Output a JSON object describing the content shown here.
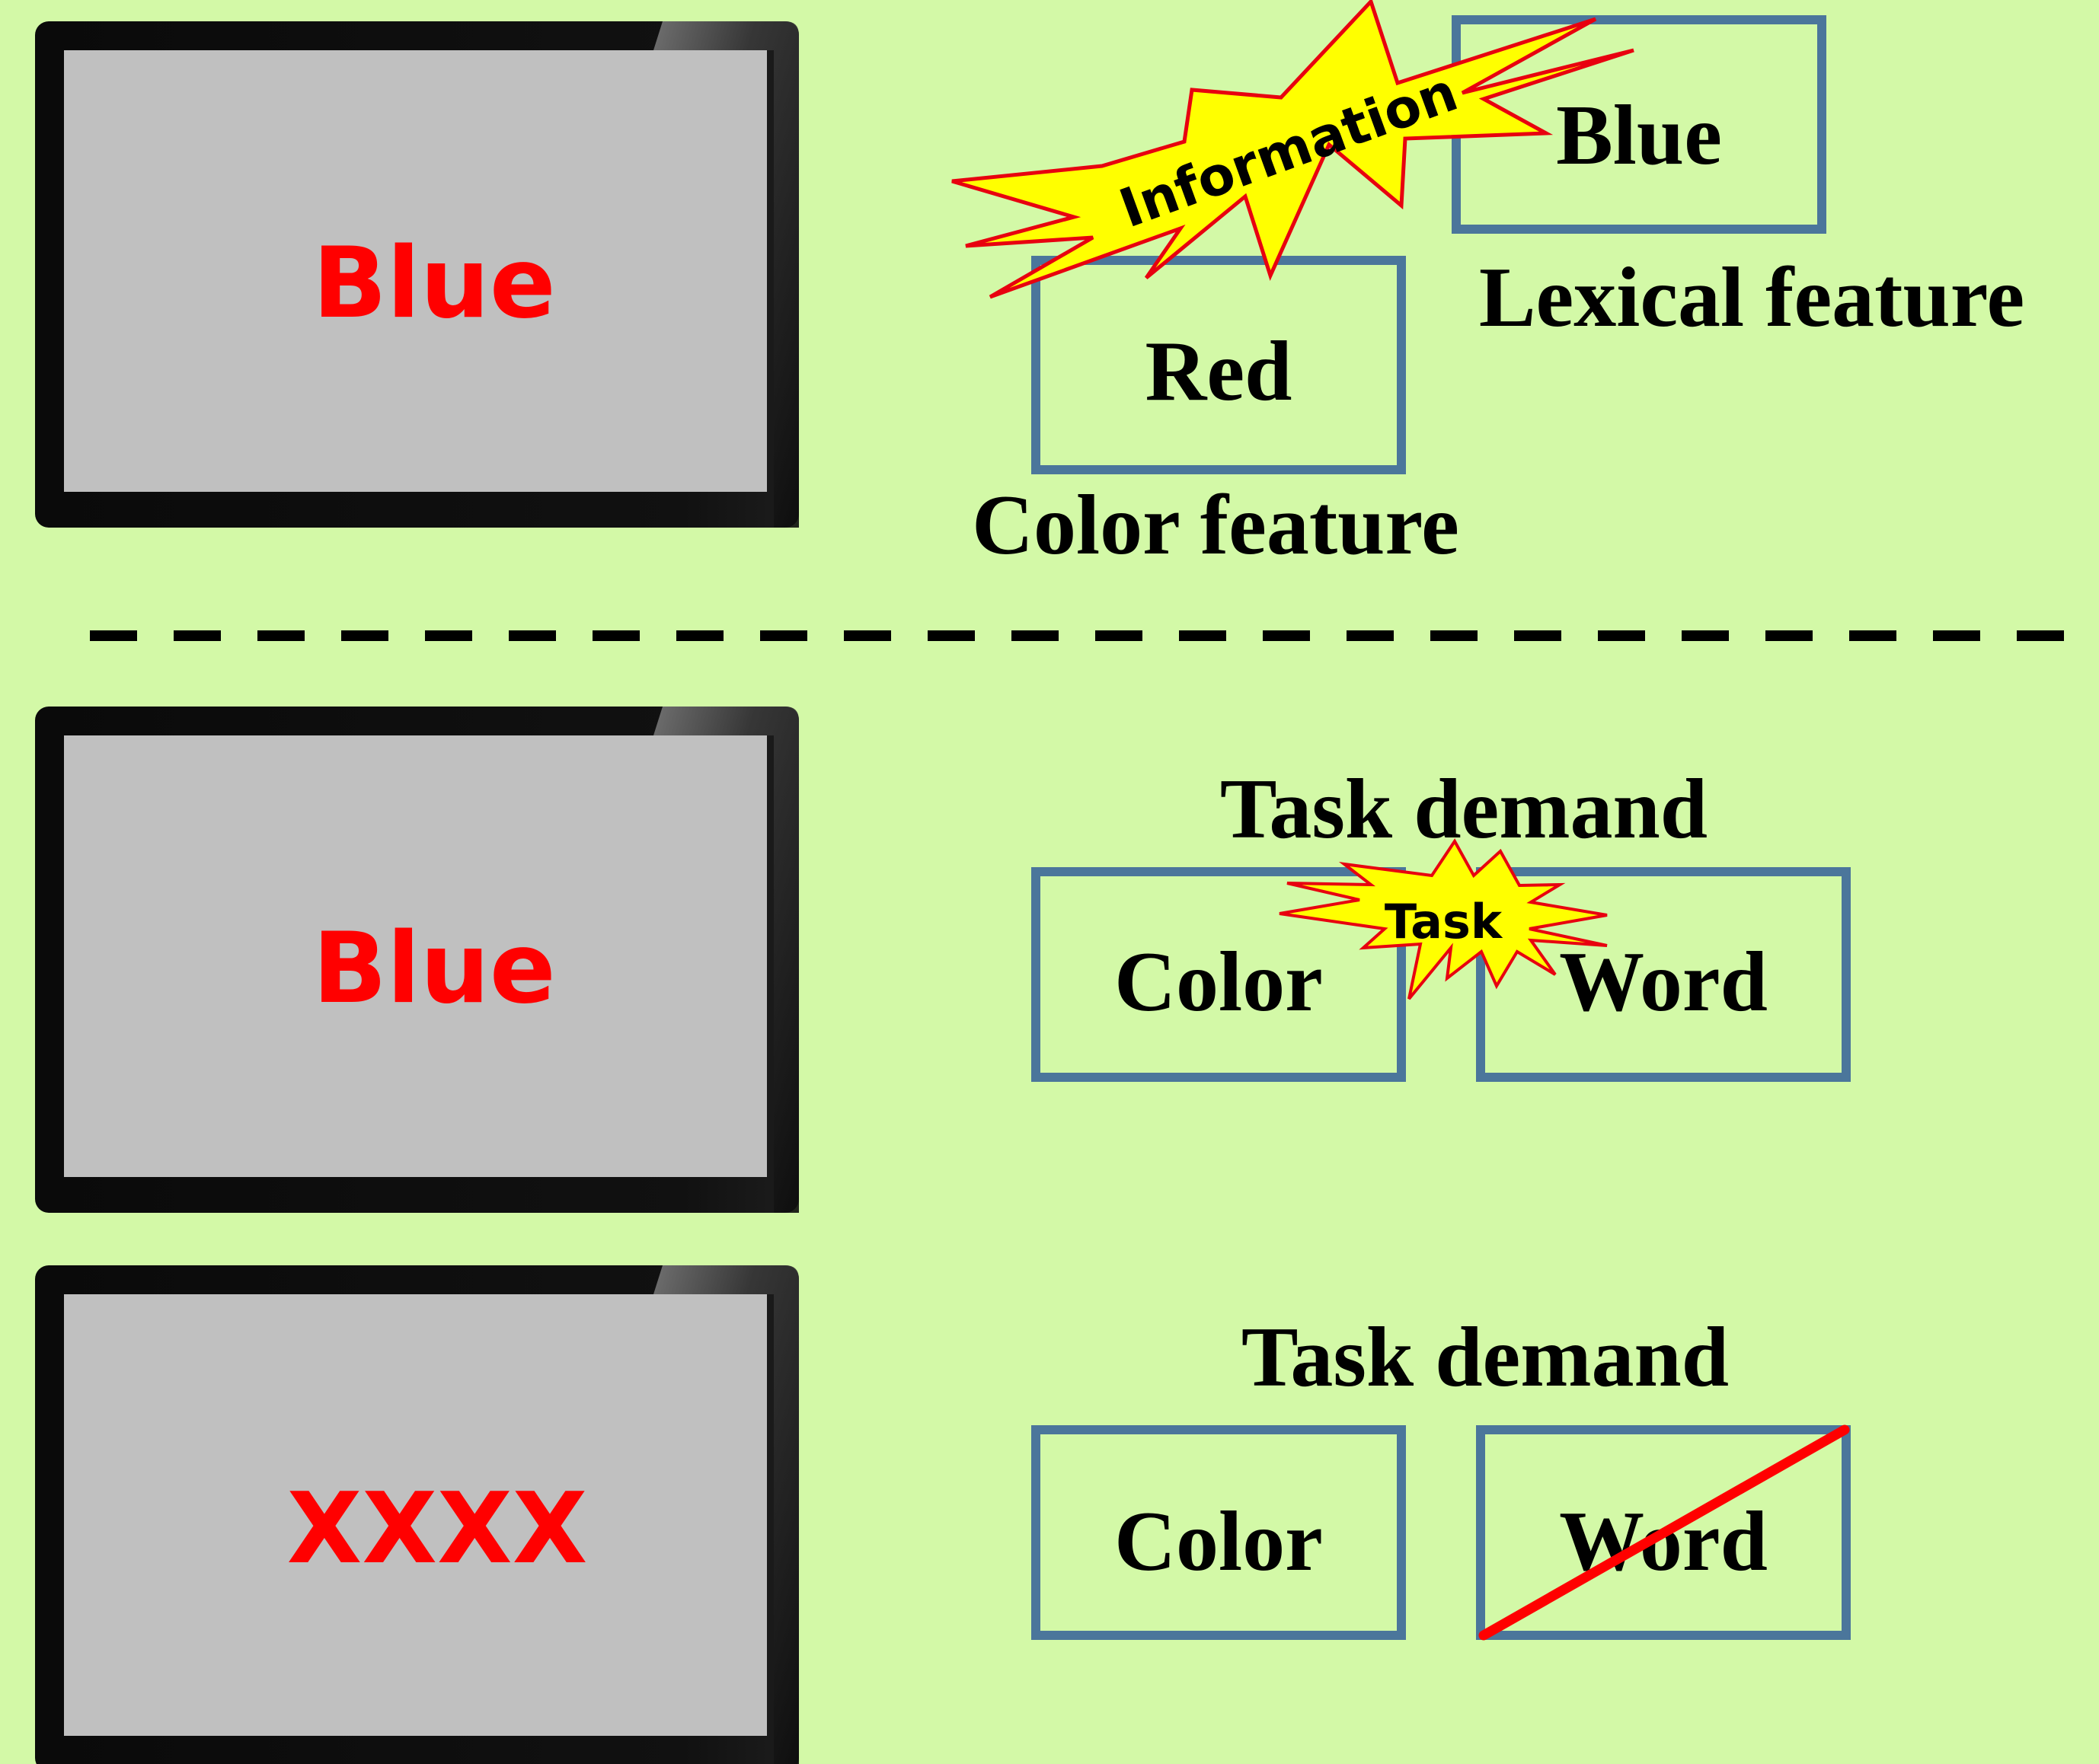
{
  "colors": {
    "background": "#d3f9a7",
    "monitor_bezel": "#0c0c0c",
    "monitor_screen": "#c0c0c0",
    "stimulus_text": "#ff0000",
    "box_border": "#4b769b",
    "label_text": "#000000",
    "burst_fill": "#ffff00",
    "burst_stroke": "#e8000f",
    "strike_line": "#ff0000",
    "divider": "#000000"
  },
  "panel1": {
    "monitor": {
      "stimulus": "Blue"
    },
    "burst_label": "Information",
    "lexical_box": "Blue",
    "lexical_caption": "Lexical feature",
    "color_box": "Red",
    "color_caption": "Color feature"
  },
  "panel2": {
    "monitor": {
      "stimulus": "Blue"
    },
    "task_demand_label": "Task demand",
    "burst_label": "Task",
    "color_box": "Color",
    "word_box": "Word"
  },
  "panel3": {
    "monitor": {
      "stimulus": "XXXX"
    },
    "task_demand_label": "Task demand",
    "color_box": "Color",
    "word_box": "Word"
  }
}
